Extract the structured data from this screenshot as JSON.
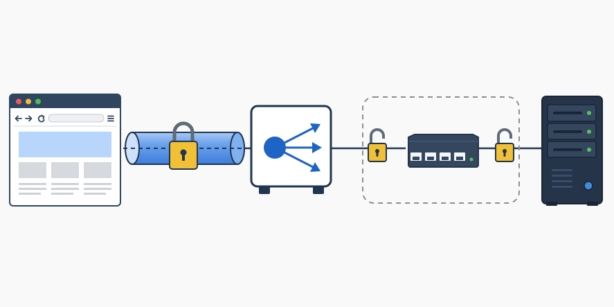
{
  "diagram": {
    "background": "#f9f9f9",
    "colors": {
      "outline": "#1f3550",
      "browser_frame": "#2f4560",
      "browser_fill": "#ffffff",
      "browser_banner": "#b8d6fb",
      "placeholder_gray": "#d6d9de",
      "traffic_light_red": "#ef5b50",
      "traffic_light_yellow": "#f4b93b",
      "traffic_light_green": "#49be55",
      "tunnel_blue": "#4e8fe6",
      "tunnel_light": "#a9c9f4",
      "tunnel_dark": "#2563c9",
      "lock_gold": "#f2c035",
      "lock_shackle": "#5f6b78",
      "balancer_blue": "#1e63c6",
      "device_navy": "#34475f",
      "led_green": "#56c457",
      "server_dark": "#26344a",
      "server_button": "#3f8be0",
      "dashed_zone": "#8a8f96"
    },
    "nodes": [
      {
        "id": "browser",
        "icon": "web-browser-window-icon",
        "controls": [
          "back-arrow-icon",
          "forward-arrow-icon",
          "reload-icon",
          "hamburger-menu-icon"
        ]
      },
      {
        "id": "encrypted-tunnel",
        "icon": "encrypted-tunnel-icon",
        "lock": "closed-padlock-icon"
      },
      {
        "id": "load-balancer",
        "icon": "load-balancer-icon"
      },
      {
        "id": "internal-network",
        "icon": "network-switch-icon",
        "locks": [
          "open-padlock-icon",
          "open-padlock-icon"
        ],
        "zone": "dashed-boundary"
      },
      {
        "id": "server",
        "icon": "server-tower-icon"
      }
    ]
  }
}
